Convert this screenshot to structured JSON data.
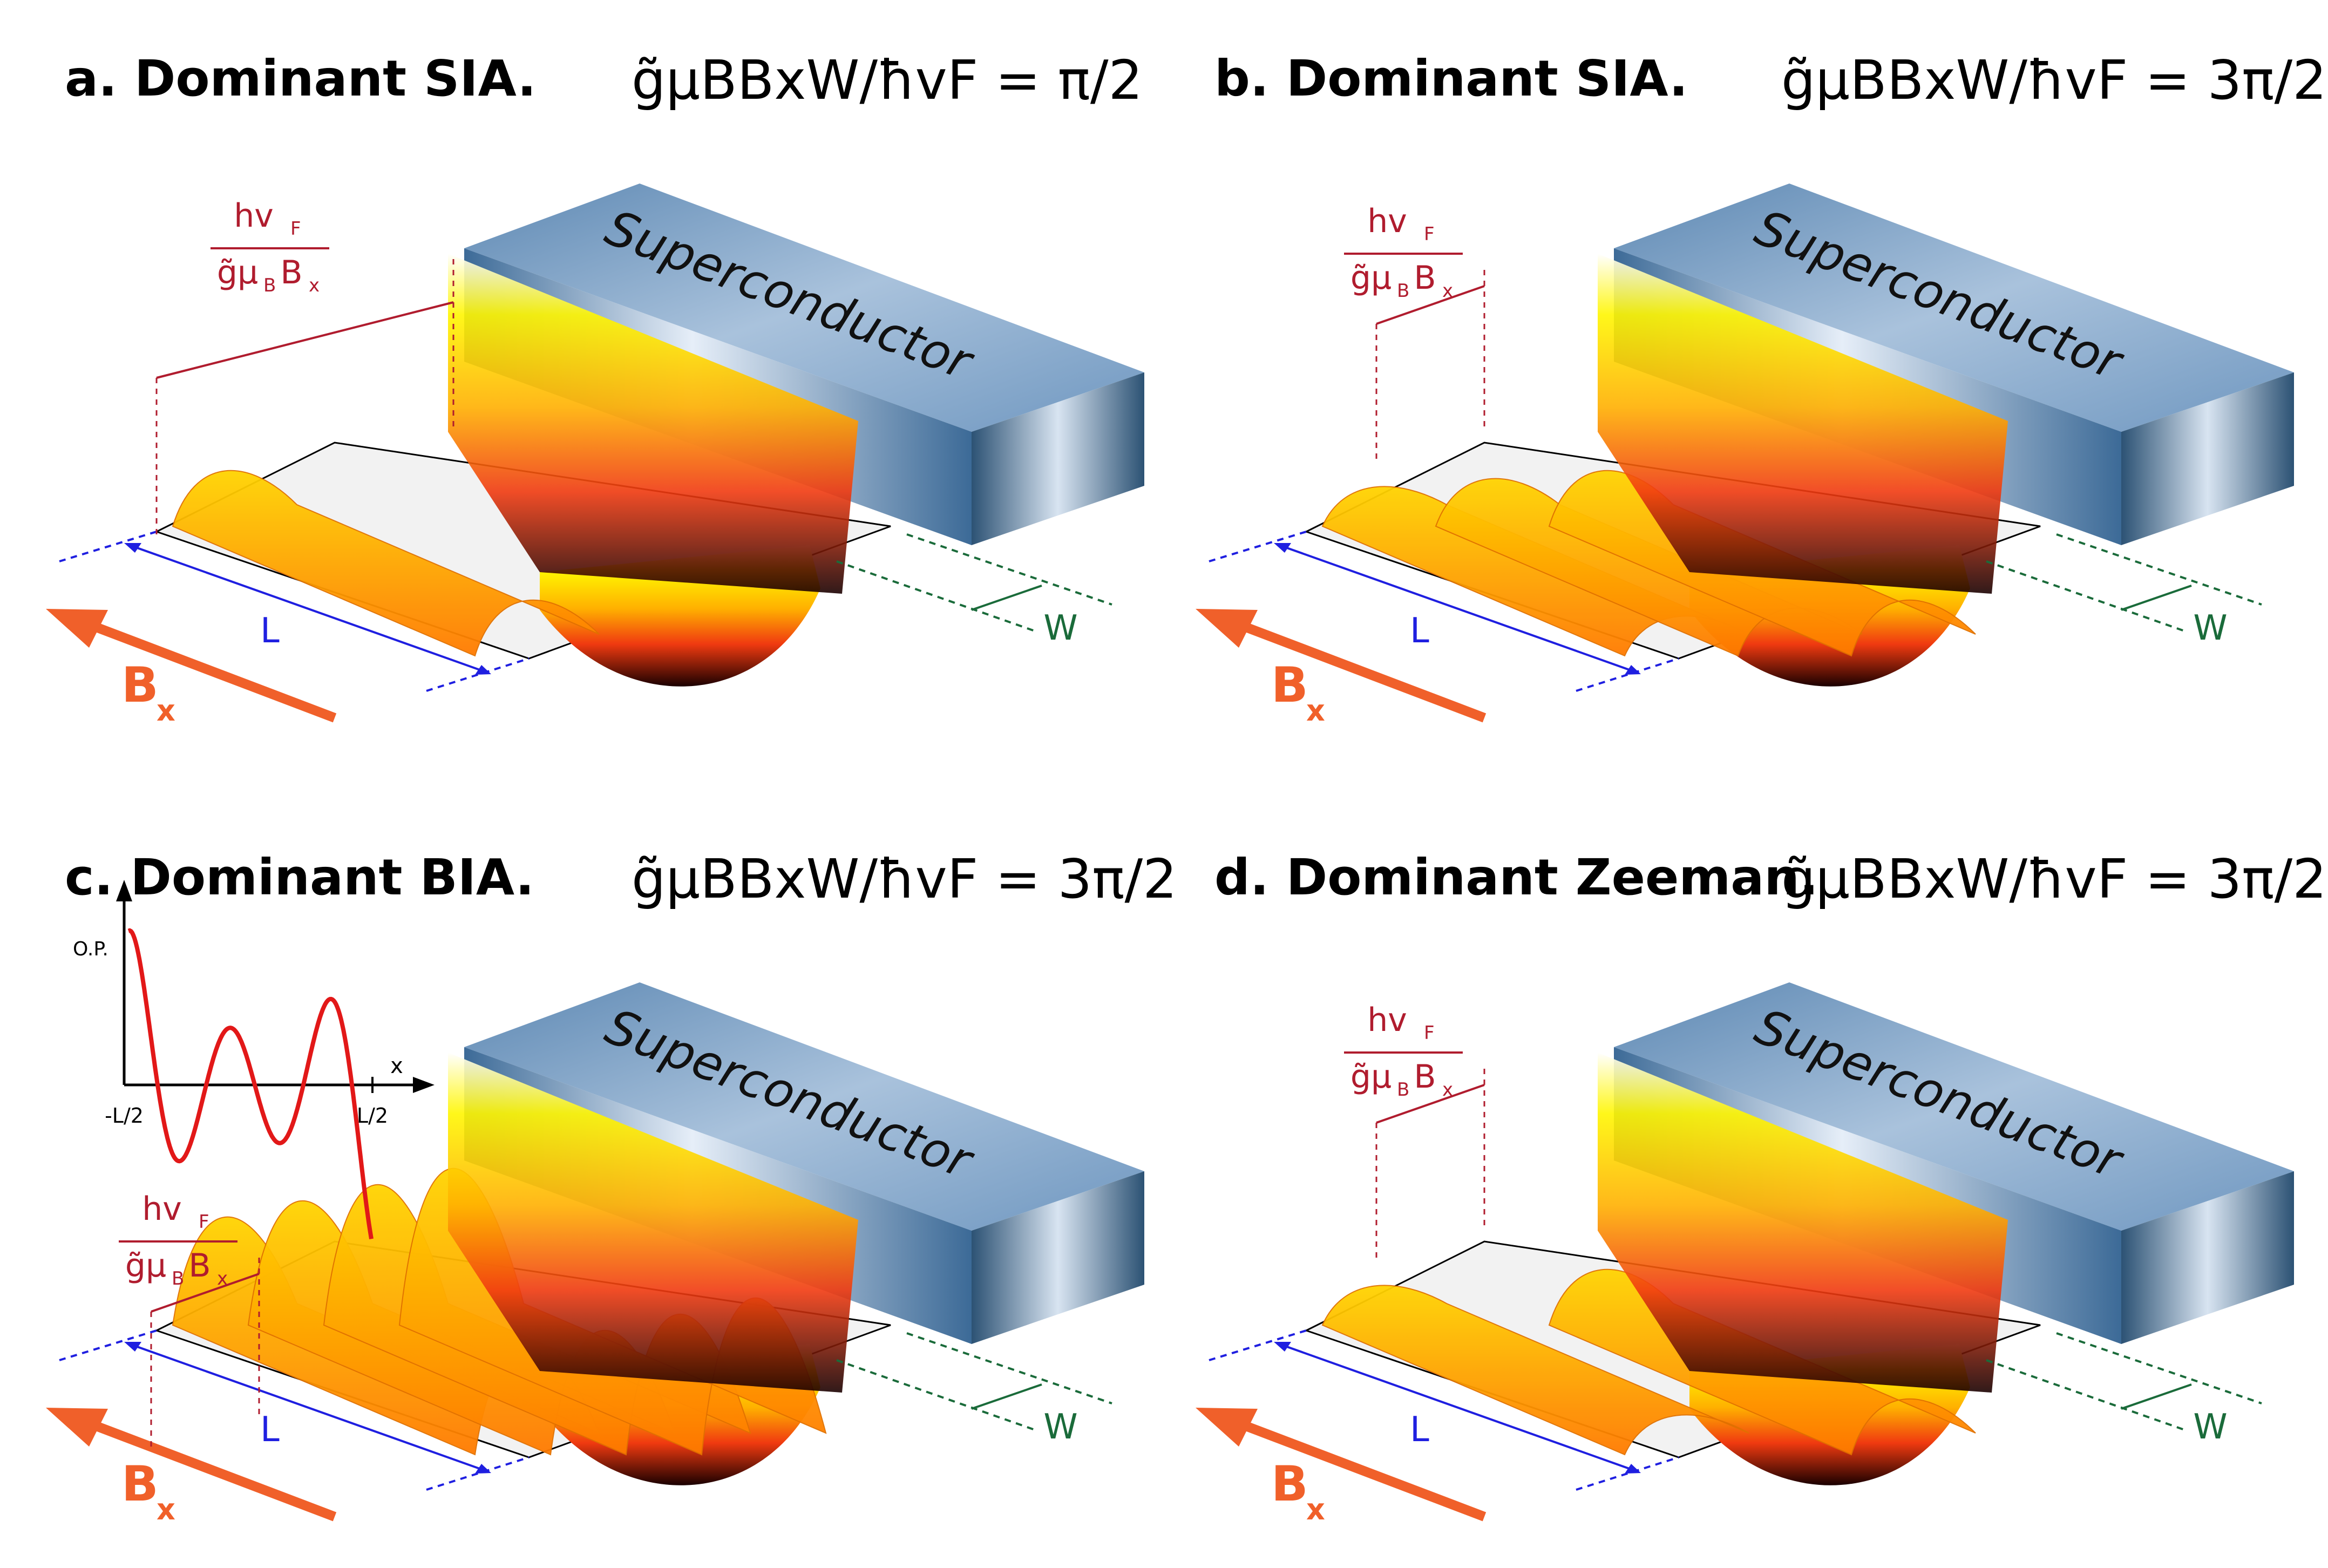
{
  "panels": [
    {
      "title": "a. Dominant SIA.",
      "formula_lhs": "g̃μBBxW/ħvF",
      "formula_rhs": "= π/2",
      "waves": 1,
      "has_inset": false,
      "spacing_label_pos": "left"
    },
    {
      "title": "b. Dominant SIA.",
      "formula_lhs": "g̃μBBxW/ħvF",
      "formula_rhs": "= 3π/2",
      "waves": 3,
      "has_inset": false,
      "spacing_label_pos": "mid"
    },
    {
      "title": "c. Dominant BIA.",
      "formula_lhs": "g̃μBBxW/ħvF",
      "formula_rhs": "= 3π/2",
      "waves": 4,
      "has_inset": true,
      "spacing_label_pos": "low"
    },
    {
      "title": "d. Dominant Zeeman.",
      "formula_lhs": "g̃μBBxW/ħvF",
      "formula_rhs": "= 3π/2",
      "waves": 2,
      "has_inset": false,
      "spacing_label_pos": "mid"
    }
  ],
  "labels": {
    "superconductor": "Superconductor",
    "length": "L",
    "width": "W",
    "field": "B",
    "field_sub": "x",
    "spacing_num": "hv",
    "spacing_num_sub": "F",
    "spacing_den": "g̃μ",
    "spacing_den_sub1": "B",
    "spacing_den_b": "B",
    "spacing_den_sub2": "x"
  },
  "inset": {
    "ylabel": "O.P.",
    "xlabel": "x",
    "xmin_label": "-L/2",
    "xmax_label": "L/2"
  },
  "colors": {
    "spacing": "#b01c2e",
    "length": "#1f1fe0",
    "width": "#1a6b3a",
    "field": "#f0602a",
    "block_dark": "#3c6a97",
    "block_light": "#e6eef8"
  }
}
